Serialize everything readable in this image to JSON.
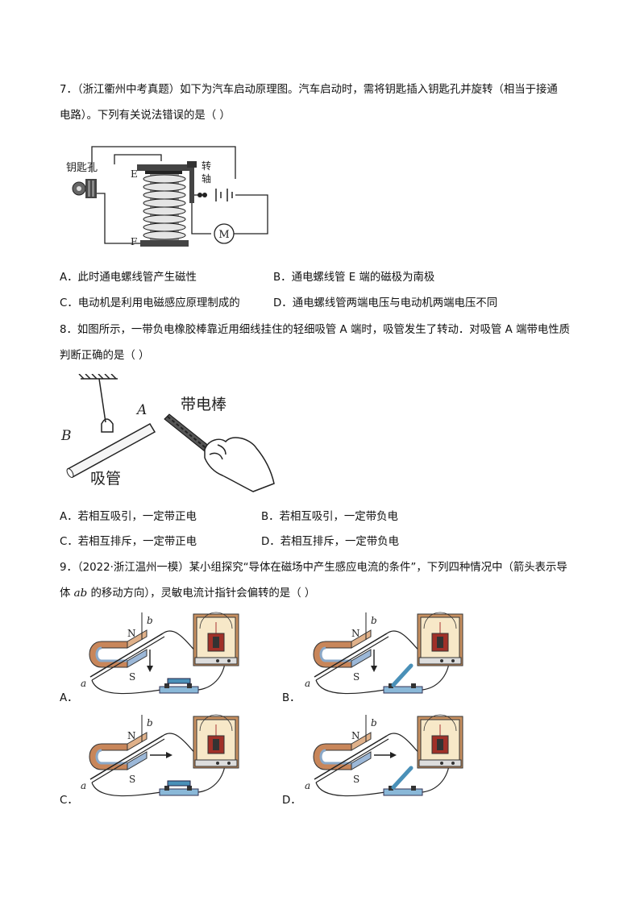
{
  "q7": {
    "stem_line1": "7．（浙江衢州中考真题）如下为汽车启动原理图。汽车启动时，需将钥匙插入钥匙孔并旋转（相当于接通",
    "stem_line2": "电路）。下列有关说法错误的是（  ）",
    "figure": {
      "keyhole_label": "钥匙孔",
      "E_label": "E",
      "F_label": "F",
      "axis_label_1": "转",
      "axis_label_2": "轴",
      "motor_label": "M"
    },
    "options": {
      "A": "A．此时通电螺线管产生磁性",
      "B": "B．通电螺线管 E 端的磁极为南极",
      "C": "C．电动机是利用电磁感应原理制成的",
      "D": "D．通电螺线管两端电压与电动机两端电压不同"
    }
  },
  "q8": {
    "stem_line1": "8．如图所示，一带负电橡胶棒靠近用细线挂住的轻细吸管 A 端时，吸管发生了转动．对吸管 A 端带电性质",
    "stem_line2": "判断正确的是（    ）",
    "figure": {
      "rod_label": "带电棒",
      "straw_label": "吸管",
      "A_label": "A",
      "B_label": "B"
    },
    "options": {
      "A": "A．若相互吸引，一定带正电",
      "B": "B．若相互吸引，一定带负电",
      "C": "C．若相互排斥，一定带正电",
      "D": "D．若相互排斥，一定带负电"
    }
  },
  "q9": {
    "stem_line1_pre": "9．（2022·浙江温州一模）某小组探究“导体在磁场中产生感应电流的条件”，下列四种情况中（箭头表示导",
    "stem_line2_pre": "体 ",
    "stem_ab": "ab",
    "stem_line2_post": " 的移动方向），灵敏电流计指针会偏转的是（        ）",
    "figure_labels": {
      "N": "N",
      "S": "S",
      "a": "a",
      "b": "b"
    },
    "options": {
      "A": "A．",
      "B": "B．",
      "C": "C．",
      "D": "D．"
    }
  }
}
